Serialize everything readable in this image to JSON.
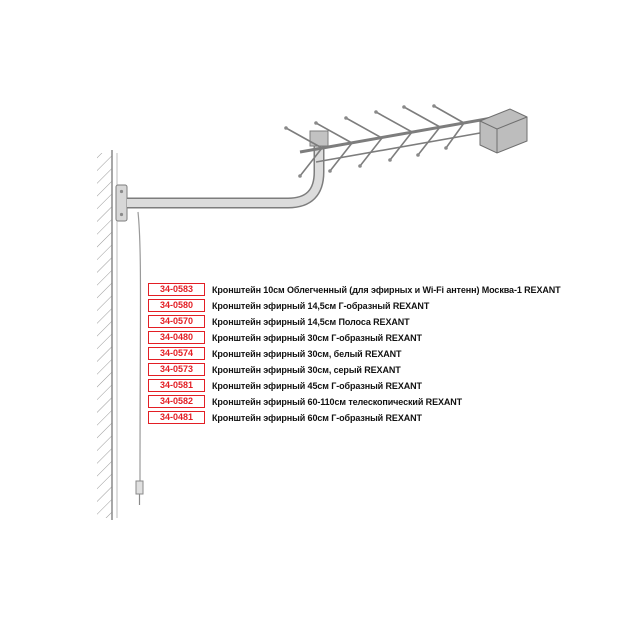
{
  "colors": {
    "accent": "#e31e24",
    "ink": "#111111",
    "drawing_gray": "#7d7d7d"
  },
  "illustration": {
    "subject": "Wall-mounted L-shaped bracket holding an outdoor yagi TV antenna with amplifier box, cable hanging along hatched wall"
  },
  "products": [
    {
      "code": "34-0583",
      "desc": "Кронштейн 10см Облегченный (для эфирных и Wi-Fi антенн) Москва-1 REXANT"
    },
    {
      "code": "34-0580",
      "desc": "Кронштейн эфирный 14,5см Г-образный REXANT"
    },
    {
      "code": "34-0570",
      "desc": "Кронштейн эфирный 14,5см Полоса  REXANT"
    },
    {
      "code": "34-0480",
      "desc": "Кронштейн эфирный 30см Г-образный REXANT"
    },
    {
      "code": "34-0574",
      "desc": "Кронштейн эфирный 30см, белый  REXANT"
    },
    {
      "code": "34-0573",
      "desc": "Кронштейн эфирный 30см, серый  REXANT"
    },
    {
      "code": "34-0581",
      "desc": "Кронштейн эфирный 45см Г-образный REXANT"
    },
    {
      "code": "34-0582",
      "desc": "Кронштейн эфирный 60-110см телескопический REXANT"
    },
    {
      "code": "34-0481",
      "desc": "Кронштейн эфирный 60см Г-образный REXANT"
    }
  ]
}
